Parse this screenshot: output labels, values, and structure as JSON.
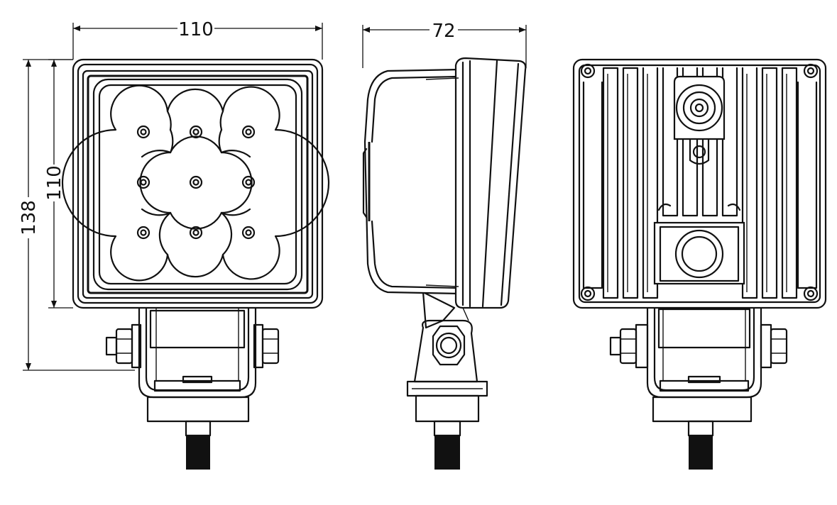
{
  "dimensions": {
    "front_width": "110",
    "side_depth": "72",
    "total_height": "138",
    "housing_height": "110"
  }
}
